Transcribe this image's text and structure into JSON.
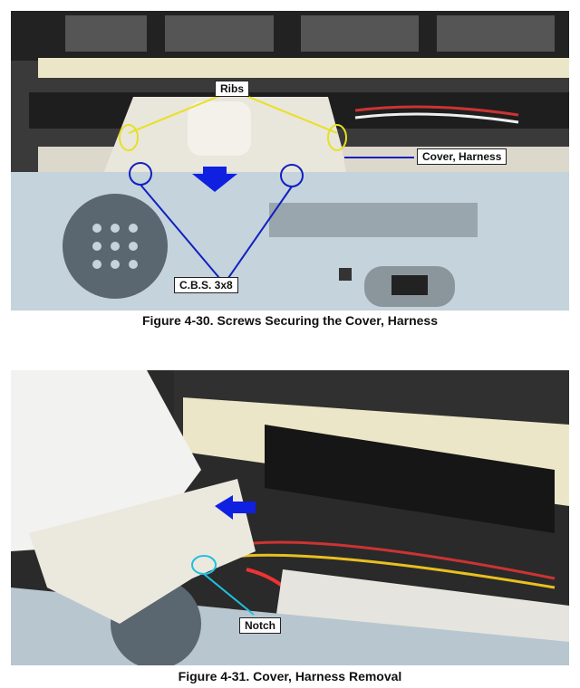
{
  "figures": [
    {
      "caption": "Figure 4-30. Screws Securing the Cover, Harness",
      "labels": {
        "ribs": "Ribs",
        "cover": "Cover, Harness",
        "screws": "C.B.S. 3x8"
      }
    },
    {
      "caption": "Figure 4-31. Cover, Harness Removal",
      "labels": {
        "notch": "Notch"
      }
    }
  ],
  "colors": {
    "callout_blue": "#1020c0",
    "callout_yellow": "#e8e020",
    "callout_cyan": "#20c0e0"
  }
}
